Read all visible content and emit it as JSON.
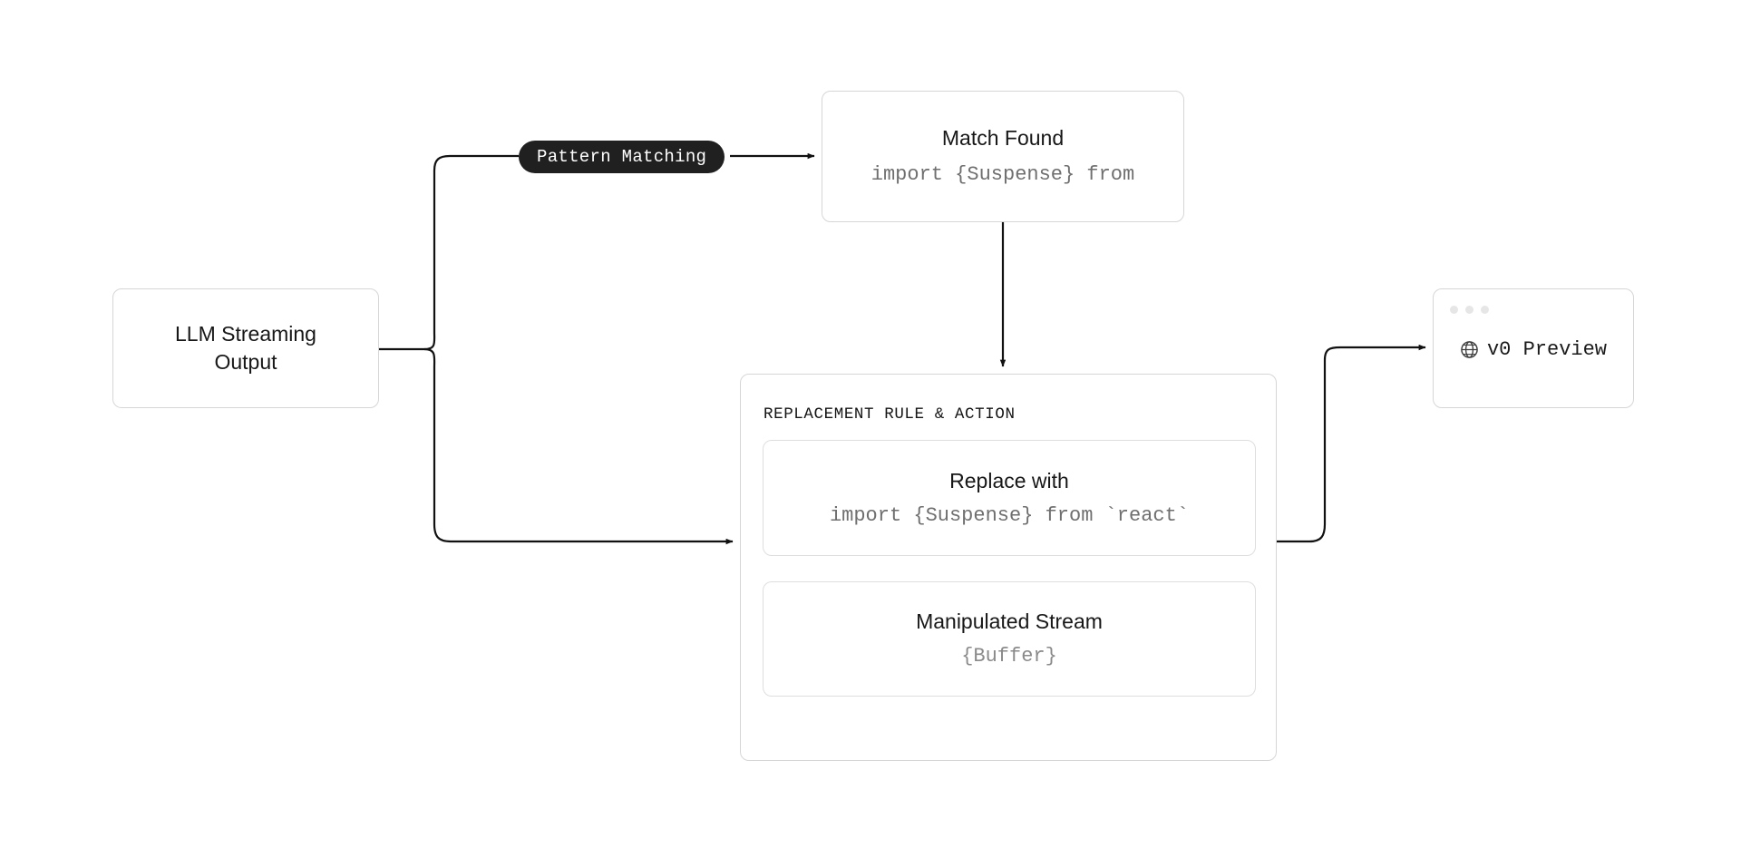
{
  "diagram": {
    "title": "LLM stream pattern replacement flow",
    "colors": {
      "background": "#ffffff",
      "card_border": "#d6d6d6",
      "inner_card_border": "#dedede",
      "pill_background": "#202020",
      "pill_text": "#ffffff",
      "code_text": "#6f6f6f",
      "title_text": "#171717",
      "wire": "#111111",
      "dotted_wire": "#bdbdbd",
      "window_dot": "#e6e6e6"
    }
  },
  "nodes": {
    "llm_output": {
      "title_line_1": "LLM Streaming",
      "title_line_2": "Output"
    },
    "pattern_pill": {
      "label": "Pattern Matching"
    },
    "match_found": {
      "title": "Match Found",
      "code": "import {Suspense} from"
    },
    "replacement": {
      "header": "REPLACEMENT RULE & ACTION",
      "replace_with": {
        "title": "Replace with",
        "code": "import {Suspense} from `react`"
      },
      "manipulated_stream": {
        "title": "Manipulated Stream",
        "code": "{Buffer}"
      }
    },
    "v0_preview": {
      "label": "v0 Preview",
      "icon": "globe-icon",
      "dots": [
        "dot-1",
        "dot-2",
        "dot-3"
      ]
    }
  },
  "edges": [
    {
      "name": "llm-to-pattern",
      "from": "llm_output",
      "to": "pattern_pill",
      "style": "solid"
    },
    {
      "name": "pattern-to-match",
      "from": "pattern_pill",
      "to": "match_found",
      "style": "solid",
      "arrow": true
    },
    {
      "name": "match-to-replacement",
      "from": "match_found",
      "to": "replacement",
      "style": "solid",
      "arrow": true
    },
    {
      "name": "llm-to-replacement",
      "from": "llm_output",
      "to": "replacement",
      "style": "solid",
      "arrow": true
    },
    {
      "name": "replace-to-stream",
      "from": "replace_with",
      "to": "manipulated_stream",
      "style": "dotted",
      "arrow": true
    },
    {
      "name": "replacement-to-preview",
      "from": "replacement",
      "to": "v0_preview",
      "style": "solid",
      "arrow": true
    }
  ]
}
